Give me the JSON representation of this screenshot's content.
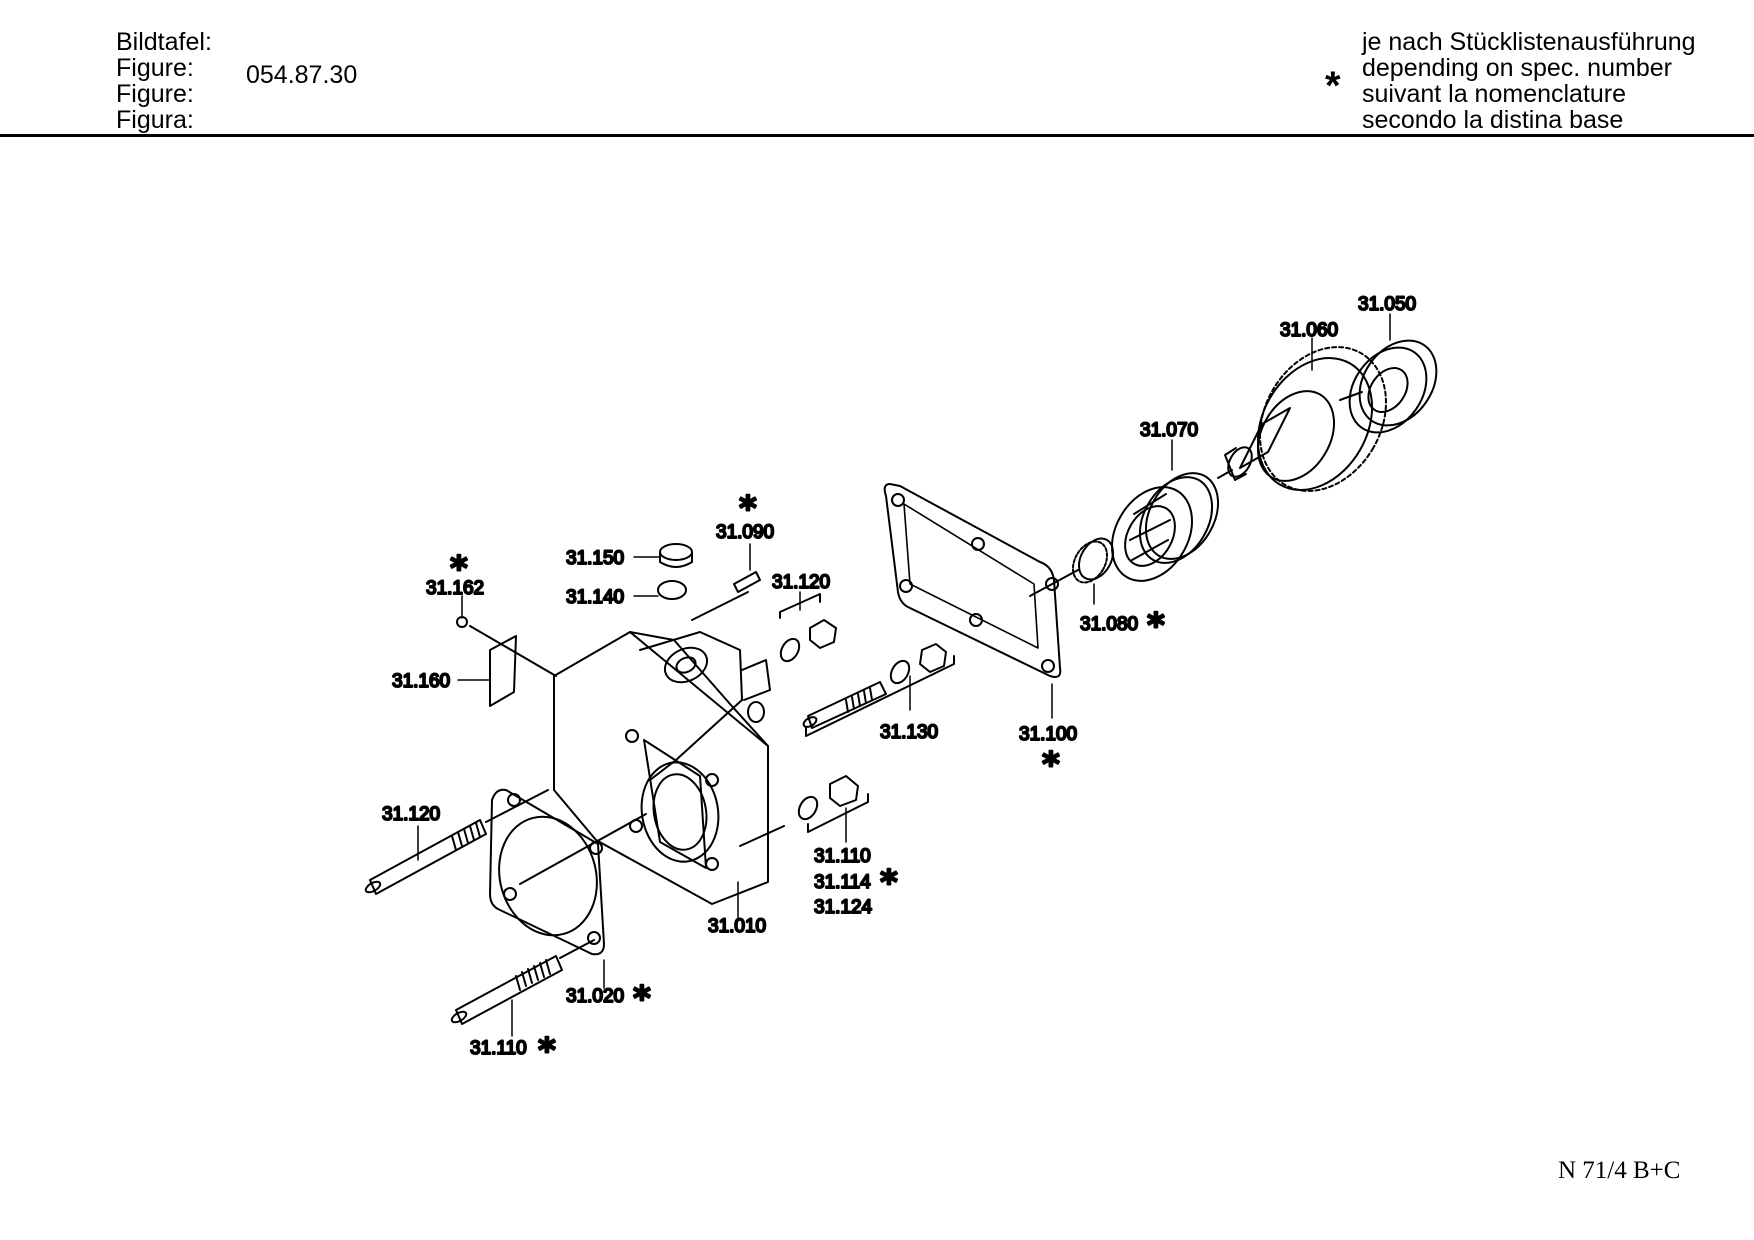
{
  "header": {
    "labels": [
      "Bildtafel:",
      "Figure:",
      "Figure:",
      "Figura:"
    ],
    "figure_number": "054.87.30",
    "note_star": "*",
    "note_lines": [
      "je nach Stücklistenausführung",
      "depending on spec. number",
      "suivant la nomenclature",
      "secondo la distina base"
    ]
  },
  "callouts": {
    "c31050": "31.050",
    "c31060": "31.060",
    "c31070": "31.070",
    "c31080": "31.080",
    "c31090": "31.090",
    "c31100": "31.100",
    "c31120_top": "31.120",
    "c31130": "31.130",
    "c31140": "31.140",
    "c31150": "31.150",
    "c31162": "31.162",
    "c31160": "31.160",
    "c31120_left": "31.120",
    "c31010": "31.010",
    "c31020": "31.020",
    "c31110_bottom": "31.110",
    "c31110_group": "31.110",
    "c31114": "31.114",
    "c31124": "31.124",
    "star": "*"
  },
  "footer": {
    "document_id": "N 71/4 B+C"
  }
}
